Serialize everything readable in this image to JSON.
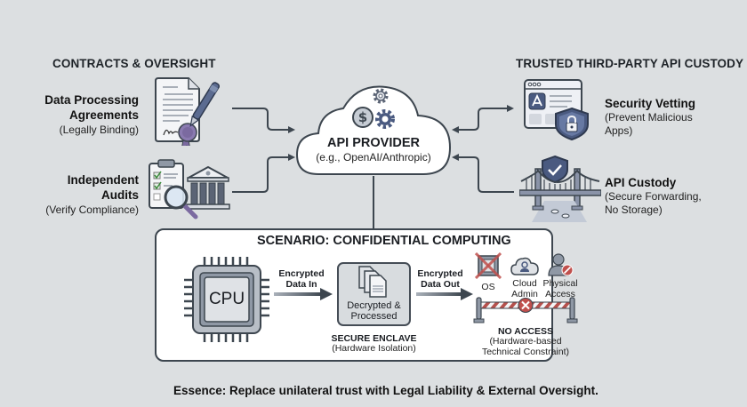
{
  "left_section": {
    "title": "CONTRACTS & OVERSIGHT",
    "items": [
      {
        "title_line1": "Data Processing",
        "title_line2": "Agreements",
        "subtitle": "(Legally Binding)",
        "icon": "contract-document-icon"
      },
      {
        "title_line1": "Independent",
        "title_line2": "Audits",
        "subtitle": "(Verify Compliance)",
        "icon": "audit-clipboard-icon"
      }
    ]
  },
  "center": {
    "title": "API PROVIDER",
    "subtitle": "(e.g., OpenAI/Anthropic)",
    "icon": "cloud-gears-dollar-icon"
  },
  "right_section": {
    "title": "TRUSTED THIRD-PARTY API CUSTODY",
    "items": [
      {
        "title": "Security Vetting",
        "subtitle_line1": "(Prevent Malicious",
        "subtitle_line2": "Apps)",
        "icon": "app-store-shield-icon"
      },
      {
        "title": "API Custody",
        "subtitle_line1": "(Secure Forwarding,",
        "subtitle_line2": "No Storage)",
        "icon": "bridge-shield-icon"
      }
    ]
  },
  "scenario": {
    "title": "SCENARIO: CONFIDENTIAL COMPUTING",
    "cpu_label": "CPU",
    "arrow_in_line1": "Encrypted",
    "arrow_in_line2": "Data In",
    "enclave_line1": "Decrypted &",
    "enclave_line2": "Processed",
    "enclave_caption": "SECURE ENCLAVE",
    "enclave_subcaption": "(Hardware Isolation)",
    "arrow_out_line1": "Encrypted",
    "arrow_out_line2": "Data Out",
    "blocked": [
      {
        "label_line1": "OS",
        "label_line2": ""
      },
      {
        "label_line1": "Cloud",
        "label_line2": "Admin"
      },
      {
        "label_line1": "Physical",
        "label_line2": "Access"
      }
    ],
    "barrier_title": "NO ACCESS",
    "barrier_sub_line1": "(Hardware-based",
    "barrier_sub_line2": "Technical Constraint)"
  },
  "essence": "Essence: Replace unilateral trust with Legal Liability & External Oversight.",
  "colors": {
    "background": "#dcdfe1",
    "line": "#3d464f",
    "icon_blue": "#4a5a80",
    "accent_purple": "#7b6aa0",
    "deny_red": "#c0504d"
  }
}
